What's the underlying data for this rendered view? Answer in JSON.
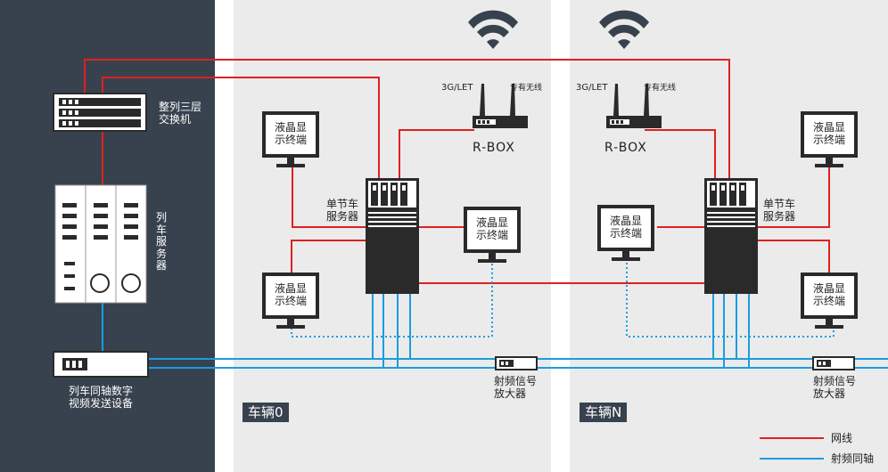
{
  "colors": {
    "dark_panel": "#37424e",
    "vehicle_bg": "#ebebeb",
    "network_line": "#e02020",
    "rf_line": "#1a9de0",
    "device": "#2a2a2a"
  },
  "left_panel": {
    "switch_label": [
      "整列三层",
      "交换机"
    ],
    "server_label": "列车服务器",
    "transmitter_label": [
      "列车同轴数字",
      "视频发送设备"
    ]
  },
  "vehicles": [
    {
      "label": "车辆0",
      "router_label": "R-BOX",
      "antenna_left": "3G/LET",
      "antenna_right": "专有无线",
      "server_label": [
        "单节车",
        "服务器"
      ],
      "amplifier_label": [
        "射频信号",
        "放大器"
      ],
      "displays": [
        [
          "液晶显",
          "示终端"
        ],
        [
          "液晶显",
          "示终端"
        ],
        [
          "液晶显",
          "示终端"
        ]
      ]
    },
    {
      "label": "车辆N",
      "router_label": "R-BOX",
      "antenna_left": "3G/LET",
      "antenna_right": "专有无线",
      "server_label": [
        "单节车",
        "服务器"
      ],
      "amplifier_label": [
        "射频信号",
        "放大器"
      ],
      "displays": [
        [
          "液晶显",
          "示终端"
        ],
        [
          "液晶显",
          "示终端"
        ],
        [
          "液晶显",
          "示终端"
        ]
      ]
    }
  ],
  "legend": {
    "network": "网线",
    "rf": "射频同轴"
  }
}
